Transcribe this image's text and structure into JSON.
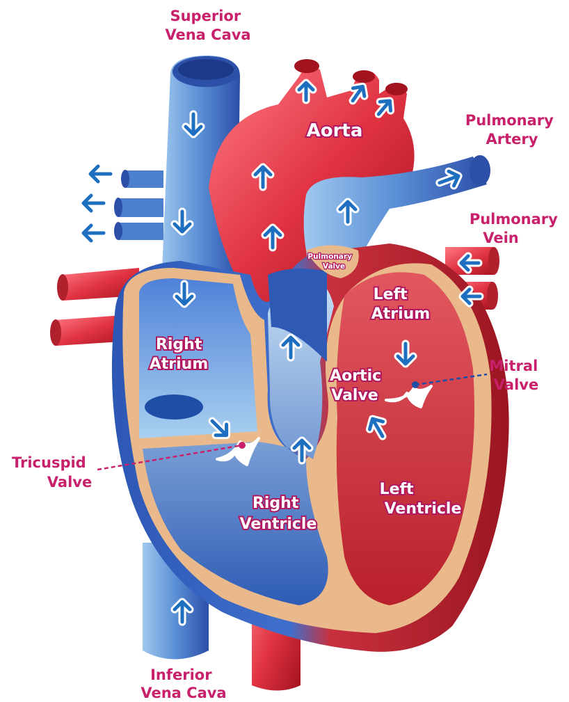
{
  "labels": {
    "superior_vena_cava": [
      "Superior",
      "Vena Cava"
    ],
    "aorta": "Aorta",
    "pulmonary_artery": [
      "Pulmonary",
      "Artery"
    ],
    "pulmonary_vein": [
      "Pulmonary",
      "Vein"
    ],
    "pulmonary_valve": [
      "Pulmonary",
      "Valve"
    ],
    "left_atrium": [
      "Left",
      "Atrium"
    ],
    "right_atrium": [
      "Right",
      "Atrium"
    ],
    "aortic_valve": [
      "Aortic",
      "Valve"
    ],
    "mitral_valve": [
      "Mitral",
      "Valve"
    ],
    "tricuspid_valve": [
      "Tricuspid",
      "Valve"
    ],
    "right_ventricle": [
      "Right",
      "Ventricle"
    ],
    "left_ventricle": [
      "Left",
      "Ventricle"
    ],
    "inferior_vena_cava": [
      "Inferior",
      "Vena Cava"
    ]
  },
  "colors": {
    "label_pink": "#c8206a",
    "vein_blue": "#3d6fc4",
    "artery_red": "#d8323f",
    "wall_tan": "#e9b98c",
    "flow_arrow": "#1f6fc0"
  },
  "icons": {
    "flow_arrow": "chevron-arrow-icon",
    "valve": "valve-flap-icon"
  }
}
